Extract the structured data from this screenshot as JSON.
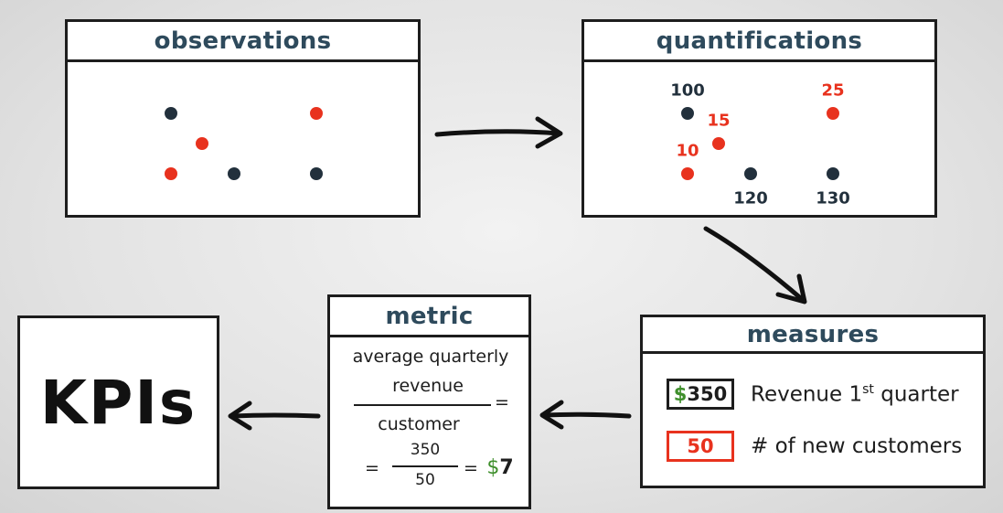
{
  "observations": {
    "title": "observations",
    "dots": [
      {
        "color": "dark"
      },
      {
        "color": "red"
      },
      {
        "color": "red"
      },
      {
        "color": "red"
      },
      {
        "color": "dark"
      },
      {
        "color": "dark"
      }
    ]
  },
  "quantifications": {
    "title": "quantifications",
    "points": [
      {
        "label": "100",
        "color": "dark"
      },
      {
        "label": "15",
        "color": "red"
      },
      {
        "label": "10",
        "color": "red"
      },
      {
        "label": "25",
        "color": "red"
      },
      {
        "label": "120",
        "color": "dark"
      },
      {
        "label": "130",
        "color": "dark"
      }
    ]
  },
  "measures": {
    "title": "measures",
    "rows": [
      {
        "currency": "$",
        "value": "350",
        "label": "Revenue 1",
        "label_sup": "st",
        "label_tail": " quarter"
      },
      {
        "value": "50",
        "label": "# of new customers"
      }
    ]
  },
  "metric": {
    "title": "metric",
    "line1": "average quarterly",
    "numerator": "revenue",
    "denominator": "customer",
    "equals": "=",
    "num2": "350",
    "den2": "50",
    "result_currency": "$",
    "result_value": "7"
  },
  "kpis": {
    "label": "KPIs"
  },
  "colors": {
    "dark": "#22303c",
    "red": "#e8321e",
    "green": "#3f8f2c",
    "title": "#2e4a5c"
  }
}
